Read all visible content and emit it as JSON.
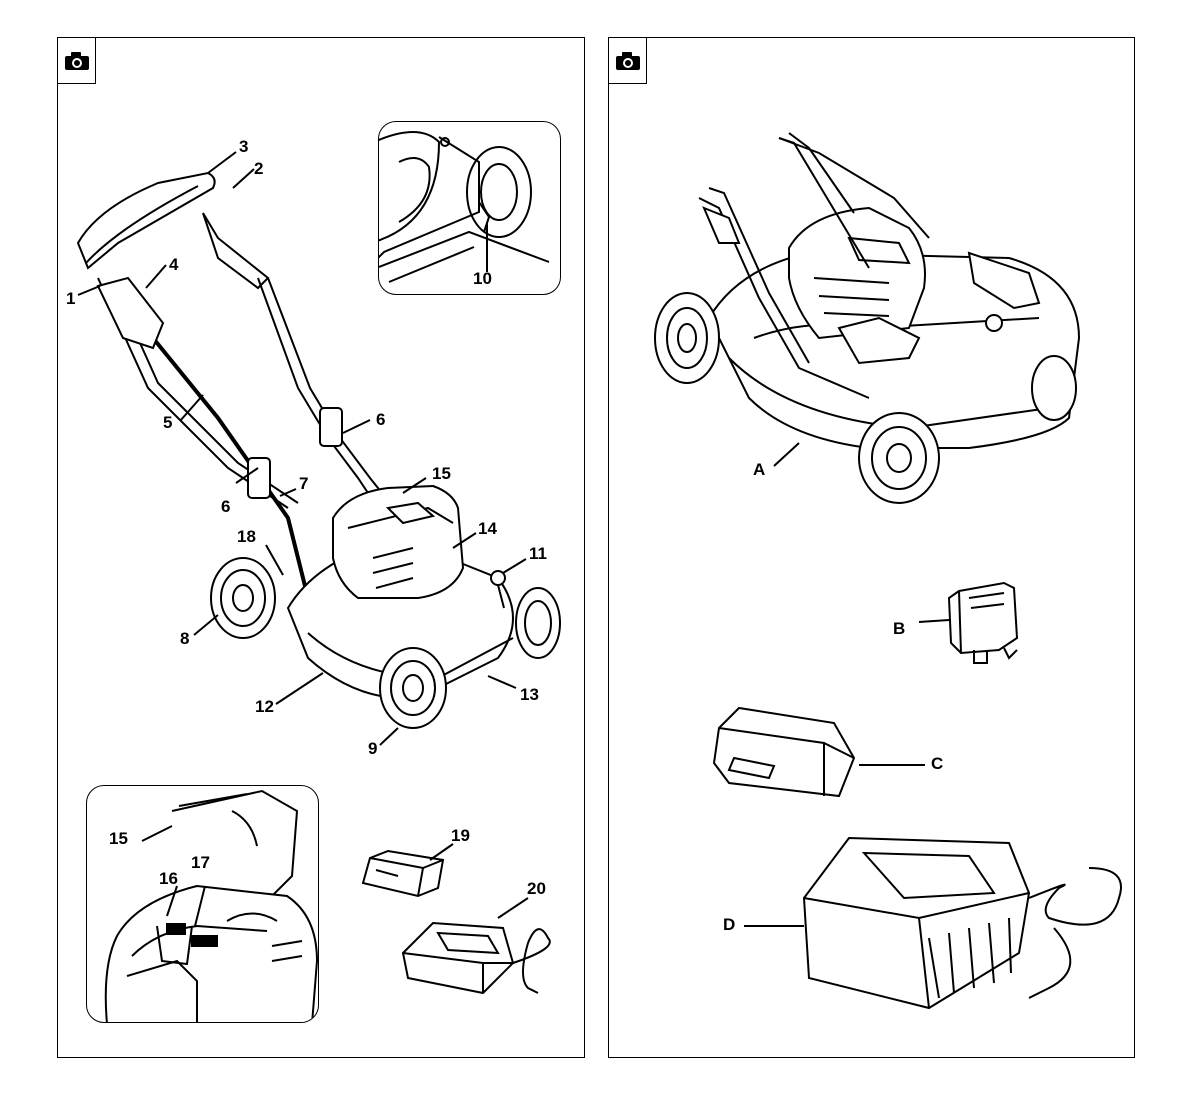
{
  "icons": {
    "camera": "camera-icon"
  },
  "left_panel": {
    "labels": {
      "l1": "1",
      "l2": "2",
      "l3": "3",
      "l4": "4",
      "l5": "5",
      "l6a": "6",
      "l6b": "6",
      "l7": "7",
      "l8": "8",
      "l9": "9",
      "l10": "10",
      "l11": "11",
      "l12": "12",
      "l13": "13",
      "l14": "14",
      "l15a": "15",
      "l15b": "15",
      "l16": "16",
      "l17": "17",
      "l18": "18",
      "l19": "19",
      "l20": "20"
    }
  },
  "right_panel": {
    "labels": {
      "a": "A",
      "b": "B",
      "c": "C",
      "d": "D"
    }
  }
}
